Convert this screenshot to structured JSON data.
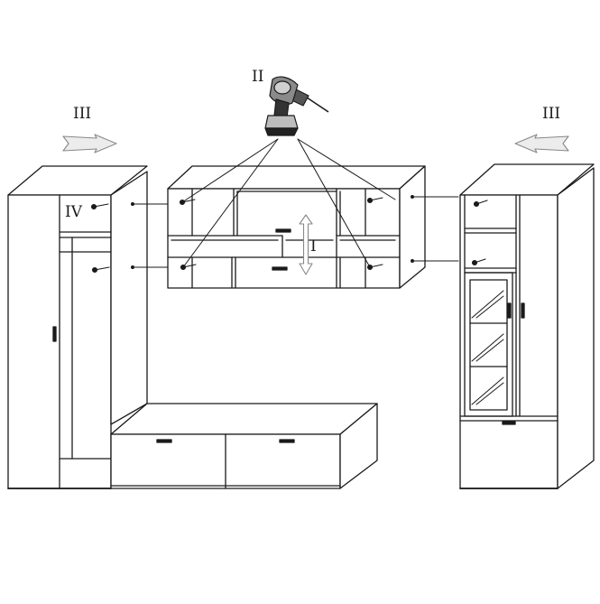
{
  "labels": {
    "step_iii_left": "III",
    "step_ii": "II",
    "step_iii_right": "III",
    "step_iv": "IV",
    "step_i": "I"
  },
  "icons": {
    "drill": "cordless-drill-icon",
    "arrow_left_side": "hollow-arrow-right-icon",
    "arrow_right_side": "hollow-arrow-left-icon",
    "adjust": "double-headed-vertical-arrow-icon",
    "screw": "screw-icon"
  },
  "colors": {
    "line": "#1a1a1a",
    "arrow_fill": "#ececec",
    "arrow_stroke": "#888888"
  }
}
